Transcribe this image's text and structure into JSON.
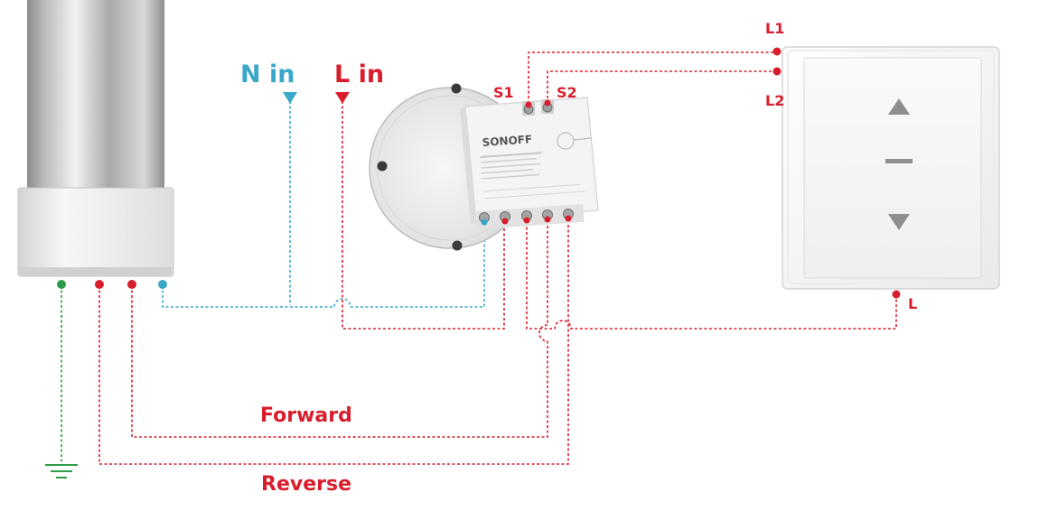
{
  "labels": {
    "n_in": "N in",
    "l_in": "L in",
    "s1": "S1",
    "s2": "S2",
    "l1": "L1",
    "l2": "L2",
    "l": "L",
    "forward": "Forward",
    "reverse": "Reverse"
  },
  "module": {
    "brand": "SONOFF"
  },
  "switch_panel": {
    "up_icon": "triangle-up-icon",
    "stop_icon": "dash-icon",
    "down_icon": "triangle-down-icon"
  },
  "colors": {
    "neutral": "#3aa7c9",
    "live": "#d81e2c",
    "ground": "#2f9a45"
  }
}
